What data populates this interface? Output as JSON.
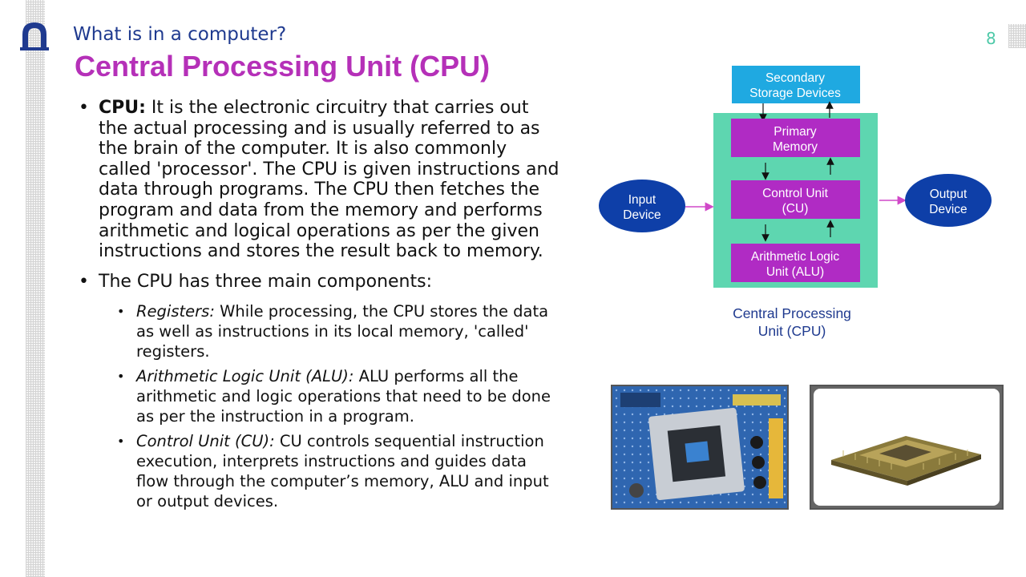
{
  "slide": {
    "subtitle": "What is in a computer?",
    "title": "Central Processing Unit (CPU)",
    "page_number": "8"
  },
  "bullets": {
    "cpu_term": "CPU:",
    "cpu_text": " It is the electronic circuitry that carries out the actual processing and is usually referred to as the brain of the computer. It is also commonly called 'processor'. The CPU is given instructions and data through programs. The CPU then fetches the program and data from the memory and performs arithmetic and logical operations as per the given instructions and stores the result back to memory.",
    "components_intro": "The CPU has three main components:",
    "sub": [
      {
        "term": "Registers:",
        "text": " While processing, the CPU stores the data as well as instructions in its local memory, 'called' registers."
      },
      {
        "term": "Arithmetic Logic Unit (ALU):",
        "text": " ALU performs all the arithmetic and logic operations that need to be done as per the instruction in a program."
      },
      {
        "term": "Control Unit (CU):",
        "text": " CU controls sequential instruction execution, interprets instructions and guides data flow through the computer’s memory, ALU and input or output devices."
      }
    ]
  },
  "diagram": {
    "secondary_l1": "Secondary",
    "secondary_l2": "Storage Devices",
    "primary_l1": "Primary",
    "primary_l2": "Memory",
    "cu_l1": "Control Unit",
    "cu_l2": "(CU)",
    "alu_l1": "Arithmetic Logic",
    "alu_l2": "Unit (ALU)",
    "input_l1": "Input",
    "input_l2": "Device",
    "output_l1": "Output",
    "output_l2": "Device",
    "caption_l1": "Central Processing",
    "caption_l2": "Unit (CPU)"
  },
  "colors": {
    "subtitle": "#1f3a8f",
    "title": "#b530b8",
    "page_number": "#4ec9a8",
    "secondary_box": "#1fa9e1",
    "cpu_container": "#5ed6b0",
    "inner_box": "#b02bc4",
    "device_ellipse": "#0e3fa8",
    "caption": "#1f3a8f"
  },
  "icons": {
    "logo": "arch-logo-icon",
    "photo_socket": "cpu-socket-photo",
    "photo_chip": "cpu-chip-photo"
  }
}
